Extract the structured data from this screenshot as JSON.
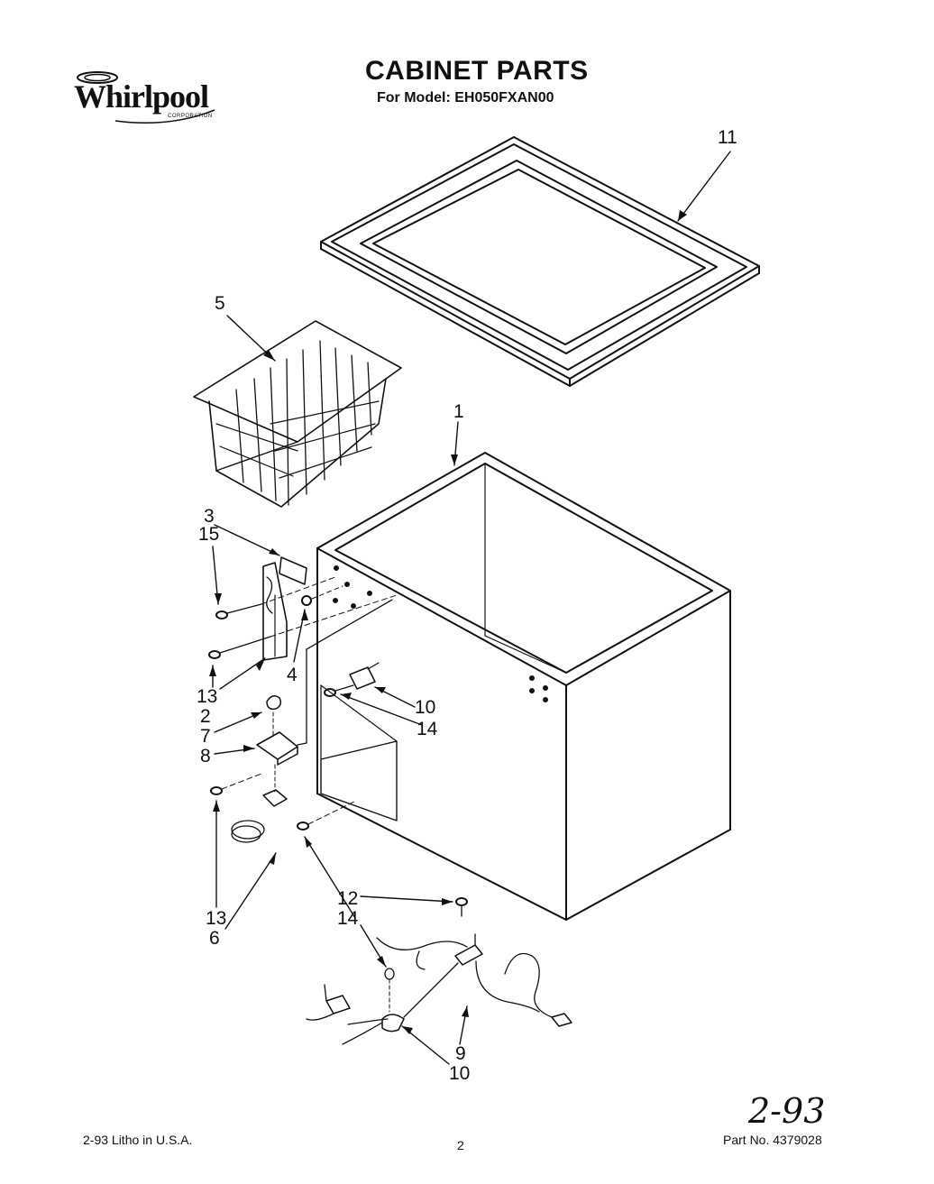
{
  "brand": {
    "name": "Whirlpool",
    "sub": "CORPORATION"
  },
  "header": {
    "title": "CABINET PARTS",
    "model_line": "For Model: EH050FXAN00"
  },
  "callouts": {
    "c11": "11",
    "c5": "5",
    "c1": "1",
    "c3": "3",
    "c15": "15",
    "c4": "4",
    "c13a": "13",
    "c2": "2",
    "c10a": "10",
    "c14a": "14",
    "c7": "7",
    "c8": "8",
    "c12": "12",
    "c14b": "14",
    "c13b": "13",
    "c6": "6",
    "c9": "9",
    "c10b": "10"
  },
  "footer": {
    "left": "2-93 Litho in U.S.A.",
    "page": "2",
    "part_no": "Part No. 4379028",
    "handwritten": "2-93"
  },
  "colors": {
    "ink": "#111111",
    "paper": "#ffffff"
  }
}
